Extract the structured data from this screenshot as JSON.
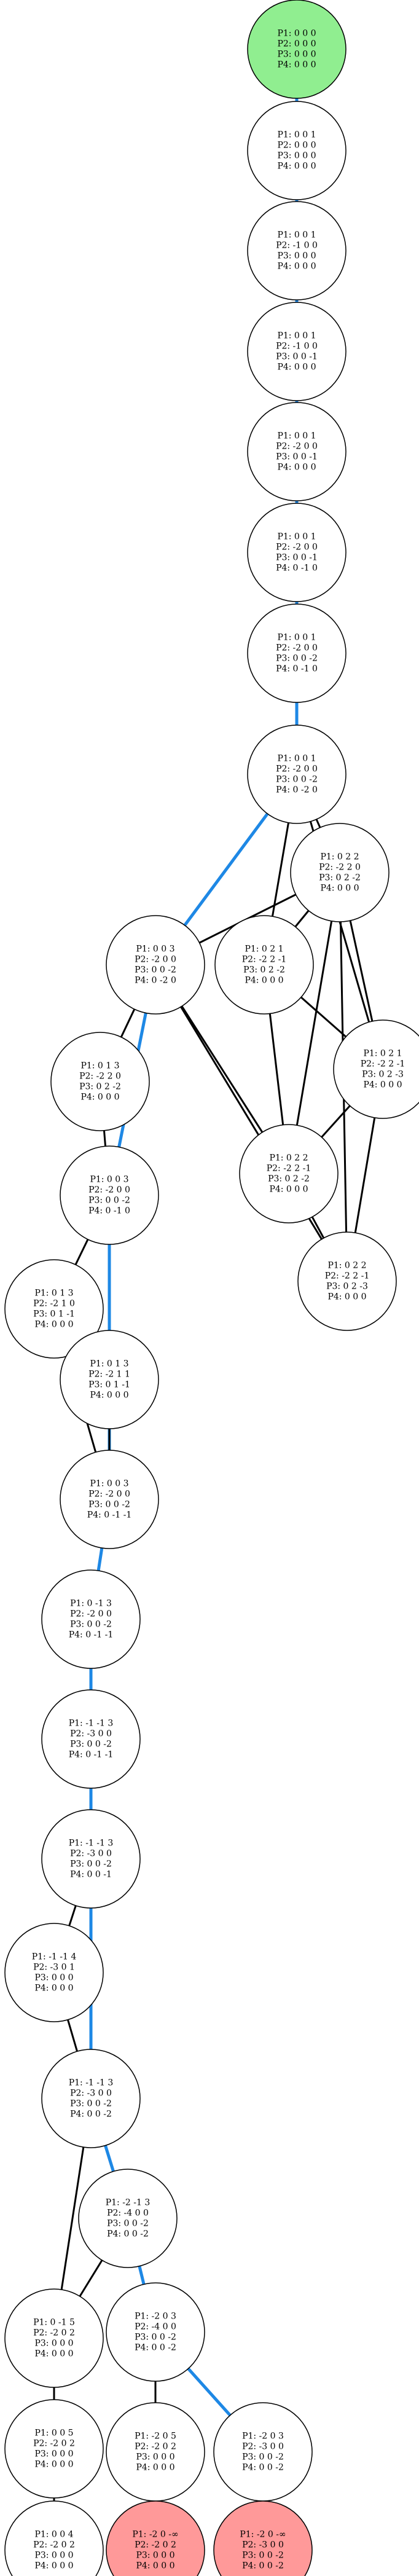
{
  "graph": {
    "nodes": [
      {
        "id": "n0",
        "lines": [
          "P1: 0 0 0",
          "P2: 0 0 0",
          "P3: 0 0 0",
          "P4: 0 0 0"
        ],
        "status": "start"
      },
      {
        "id": "n1",
        "lines": [
          "P1: 0 0 1",
          "P2: 0 0 0",
          "P3: 0 0 0",
          "P4: 0 0 0"
        ]
      },
      {
        "id": "n2",
        "lines": [
          "P1: 0 0 1",
          "P2: -1 0 0",
          "P3: 0 0 0",
          "P4: 0 0 0"
        ]
      },
      {
        "id": "n3",
        "lines": [
          "P1: 0 0 1",
          "P2: -1 0 0",
          "P3: 0 0 -1",
          "P4: 0 0 0"
        ]
      },
      {
        "id": "n4",
        "lines": [
          "P1: 0 0 1",
          "P2: -2 0 0",
          "P3: 0 0 -1",
          "P4: 0 0 0"
        ]
      },
      {
        "id": "n5",
        "lines": [
          "P1: 0 0 1",
          "P2: -2 0 0",
          "P3: 0 0 -1",
          "P4: 0 -1 0"
        ]
      },
      {
        "id": "n6",
        "lines": [
          "P1: 0 0 1",
          "P2: -2 0 0",
          "P3: 0 0 -2",
          "P4: 0 -1 0"
        ]
      },
      {
        "id": "n7",
        "lines": [
          "P1: 0 0 1",
          "P2: -2 0 0",
          "P3: 0 0 -2",
          "P4: 0 -2 0"
        ]
      },
      {
        "id": "n8",
        "lines": [
          "P1: 0 2 2",
          "P2: -2 2 0",
          "P3: 0 2 -2",
          "P4: 0 0 0"
        ]
      },
      {
        "id": "n9",
        "lines": [
          "P1: 0 0 3",
          "P2: -2 0 0",
          "P3: 0 0 -2",
          "P4: 0 -2 0"
        ]
      },
      {
        "id": "n10",
        "lines": [
          "P1: 0 2 1",
          "P2: -2 2 -1",
          "P3: 0 2 -2",
          "P4: 0 0 0"
        ]
      },
      {
        "id": "n11",
        "lines": [
          "P1: 0 1 3",
          "P2: -2 2 0",
          "P3: 0 2 -2",
          "P4: 0 0 0"
        ]
      },
      {
        "id": "n12",
        "lines": [
          "P1: 0 2 1",
          "P2: -2 2 -1",
          "P3: 0 2 -3",
          "P4: 0 0 0"
        ]
      },
      {
        "id": "n13",
        "lines": [
          "P1: 0 0 3",
          "P2: -2 0 0",
          "P3: 0 0 -2",
          "P4: 0 -1 0"
        ]
      },
      {
        "id": "n14",
        "lines": [
          "P1: 0 2 2",
          "P2: -2 2 -1",
          "P3: 0 2 -2",
          "P4: 0 0 0"
        ]
      },
      {
        "id": "n15",
        "lines": [
          "P1: 0 2 2",
          "P2: -2 2 -1",
          "P3: 0 2 -3",
          "P4: 0 0 0"
        ]
      },
      {
        "id": "n16",
        "lines": [
          "P1: 0 1 3",
          "P2: -2 1 0",
          "P3: 0 1 -1",
          "P4: 0 0 0"
        ]
      },
      {
        "id": "n17",
        "lines": [
          "P1: 0 1 3",
          "P2: -2 1 1",
          "P3: 0 1 -1",
          "P4: 0 0 0"
        ]
      },
      {
        "id": "n18",
        "lines": [
          "P1: 0 0 3",
          "P2: -2 0 0",
          "P3: 0 0 -2",
          "P4: 0 -1 -1"
        ]
      },
      {
        "id": "n19",
        "lines": [
          "P1: 0 -1 3",
          "P2: -2 0 0",
          "P3: 0 0 -2",
          "P4: 0 -1 -1"
        ]
      },
      {
        "id": "n20",
        "lines": [
          "P1: -1 -1 3",
          "P2: -3 0 0",
          "P3: 0 0 -2",
          "P4: 0 -1 -1"
        ]
      },
      {
        "id": "n21",
        "lines": [
          "P1: -1 -1 3",
          "P2: -3 0 0",
          "P3: 0 0 -2",
          "P4: 0 0 -1"
        ]
      },
      {
        "id": "n22",
        "lines": [
          "P1: -1 -1 4",
          "P2: -3 0 1",
          "P3: 0 0 0",
          "P4: 0 0 0"
        ]
      },
      {
        "id": "n23",
        "lines": [
          "P1: -1 -1 3",
          "P2: -3 0 0",
          "P3: 0 0 -2",
          "P4: 0 0 -2"
        ]
      },
      {
        "id": "n24",
        "lines": [
          "P1: -2 -1 3",
          "P2: -4 0 0",
          "P3: 0 0 -2",
          "P4: 0 0 -2"
        ]
      },
      {
        "id": "n25",
        "lines": [
          "P1: 0 -1 5",
          "P2: -2 0 2",
          "P3: 0 0 0",
          "P4: 0 0 0"
        ]
      },
      {
        "id": "n26",
        "lines": [
          "P1: -2 0 3",
          "P2: -4 0 0",
          "P3: 0 0 -2",
          "P4: 0 0 -2"
        ]
      },
      {
        "id": "n27",
        "lines": [
          "P1: 0 0 5",
          "P2: -2 0 2",
          "P3: 0 0 0",
          "P4: 0 0 0"
        ]
      },
      {
        "id": "n28",
        "lines": [
          "P1: -2 0 5",
          "P2: -2 0 2",
          "P3: 0 0 0",
          "P4: 0 0 0"
        ]
      },
      {
        "id": "n29",
        "lines": [
          "P1: -2 0 3",
          "P2: -3 0 0",
          "P3: 0 0 -2",
          "P4: 0 0 -2"
        ]
      },
      {
        "id": "n30",
        "lines": [
          "P1: 0 0 4",
          "P2: -2 0 2",
          "P3: 0 0 0",
          "P4: 0 0 0"
        ]
      },
      {
        "id": "n31",
        "lines": [
          "P1: -2 0 -∞",
          "P2: -2 0 2",
          "P3: 0 0 0",
          "P4: 0 0 0"
        ],
        "status": "terminal"
      },
      {
        "id": "n32",
        "lines": [
          "P1: -2 0 -∞",
          "P2: -3 0 0",
          "P3: 0 0 -2",
          "P4: 0 0 -2"
        ],
        "status": "terminal"
      }
    ],
    "edges": [
      {
        "from": "n0",
        "to": "n1",
        "highlight": true
      },
      {
        "from": "n1",
        "to": "n2",
        "highlight": true
      },
      {
        "from": "n2",
        "to": "n3",
        "highlight": true
      },
      {
        "from": "n3",
        "to": "n4",
        "highlight": true
      },
      {
        "from": "n4",
        "to": "n5",
        "highlight": true
      },
      {
        "from": "n5",
        "to": "n6",
        "highlight": true
      },
      {
        "from": "n6",
        "to": "n7",
        "highlight": true
      },
      {
        "from": "n7",
        "to": "n9",
        "highlight": true
      },
      {
        "from": "n7",
        "to": "n8",
        "highlight": false
      },
      {
        "from": "n7",
        "to": "n10",
        "highlight": false
      },
      {
        "from": "n7",
        "to": "n12",
        "highlight": false
      },
      {
        "from": "n8",
        "to": "n9",
        "highlight": false
      },
      {
        "from": "n8",
        "to": "n10",
        "highlight": false
      },
      {
        "from": "n8",
        "to": "n12",
        "highlight": false
      },
      {
        "from": "n8",
        "to": "n14",
        "highlight": false
      },
      {
        "from": "n8",
        "to": "n15",
        "highlight": false
      },
      {
        "from": "n9",
        "to": "n11",
        "highlight": false
      },
      {
        "from": "n9",
        "to": "n13",
        "highlight": true
      },
      {
        "from": "n9",
        "to": "n14",
        "highlight": false
      },
      {
        "from": "n9",
        "to": "n15",
        "highlight": false
      },
      {
        "from": "n10",
        "to": "n12",
        "highlight": false
      },
      {
        "from": "n10",
        "to": "n14",
        "highlight": false
      },
      {
        "from": "n12",
        "to": "n14",
        "highlight": false
      },
      {
        "from": "n12",
        "to": "n15",
        "highlight": false
      },
      {
        "from": "n14",
        "to": "n15",
        "highlight": false
      },
      {
        "from": "n11",
        "to": "n13",
        "highlight": false
      },
      {
        "from": "n13",
        "to": "n16",
        "highlight": false
      },
      {
        "from": "n13",
        "to": "n17",
        "highlight": false
      },
      {
        "from": "n13",
        "to": "n18",
        "highlight": true
      },
      {
        "from": "n16",
        "to": "n17",
        "highlight": false
      },
      {
        "from": "n16",
        "to": "n18",
        "highlight": false
      },
      {
        "from": "n17",
        "to": "n18",
        "highlight": false
      },
      {
        "from": "n18",
        "to": "n19",
        "highlight": true
      },
      {
        "from": "n19",
        "to": "n20",
        "highlight": true
      },
      {
        "from": "n20",
        "to": "n21",
        "highlight": true
      },
      {
        "from": "n21",
        "to": "n22",
        "highlight": false
      },
      {
        "from": "n21",
        "to": "n23",
        "highlight": true
      },
      {
        "from": "n22",
        "to": "n23",
        "highlight": false
      },
      {
        "from": "n23",
        "to": "n24",
        "highlight": true
      },
      {
        "from": "n23",
        "to": "n25",
        "highlight": false
      },
      {
        "from": "n24",
        "to": "n25",
        "highlight": false
      },
      {
        "from": "n24",
        "to": "n26",
        "highlight": true
      },
      {
        "from": "n26",
        "to": "n28",
        "highlight": false
      },
      {
        "from": "n26",
        "to": "n29",
        "highlight": true
      },
      {
        "from": "n25",
        "to": "n27",
        "highlight": false
      },
      {
        "from": "n27",
        "to": "n30",
        "highlight": false
      },
      {
        "from": "n28",
        "to": "n31",
        "highlight": false
      },
      {
        "from": "n29",
        "to": "n32",
        "highlight": true
      }
    ]
  },
  "colors": {
    "start_fill": "#90ee90",
    "terminal_fill": "#ff9999",
    "node_fill": "#ffffff",
    "node_stroke": "#000000",
    "edge": "#000000",
    "edge_highlight": "#1e88e5"
  }
}
